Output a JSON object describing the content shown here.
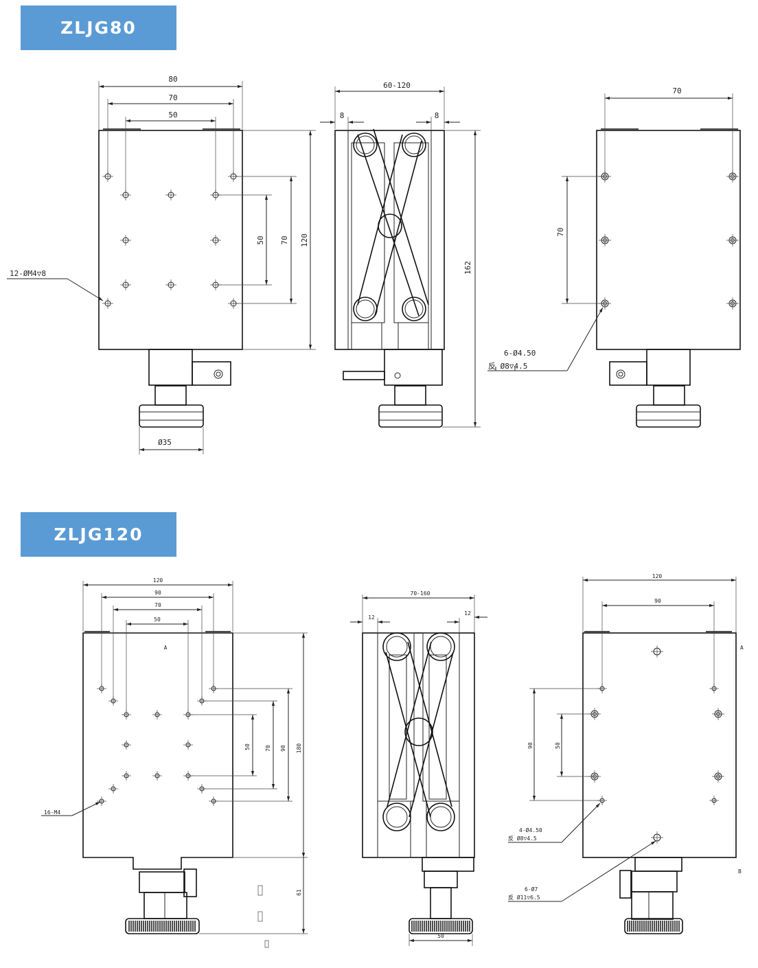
{
  "models": [
    {
      "name": "ZLJG80",
      "dimensions": {
        "width_80": "80",
        "width_70": "70",
        "width_50": "50",
        "height_50": "50",
        "height_70": "70",
        "height_120": "120",
        "diameter": "Ø35",
        "holes_note": "12-ØM4▽8",
        "travel": "60-120",
        "side_left": "8",
        "side_right": "8",
        "total_height": "162",
        "right_width": "70",
        "right_height": "70",
        "through_hole": "6-Ø4.50",
        "counterbore": "反      Ø8▽4.5"
      }
    },
    {
      "name": "ZLJG120",
      "dimensions": {
        "width_120": "120",
        "width_90": "90",
        "width_70": "70",
        "width_50": "50",
        "height_50": "50",
        "height_70": "70",
        "height_90": "90",
        "height_180": "180",
        "bottom_height": "61",
        "holes_note": "16-M4",
        "travel": "70-160",
        "side_left": "12",
        "side_right": "12",
        "knob_width": "50",
        "right_width_120": "120",
        "right_width_90": "90",
        "right_height_90": "90",
        "right_height_50": "50",
        "hole_note_1": "4-Ø4.50",
        "counterbore_1": "反      Ø8▽4.5",
        "hole_note_2": "6-Ø7",
        "counterbore_2": "反      Ø11▽6.5",
        "mark_a_left": "A",
        "mark_a_right": "A",
        "mark_b": "B"
      }
    }
  ]
}
